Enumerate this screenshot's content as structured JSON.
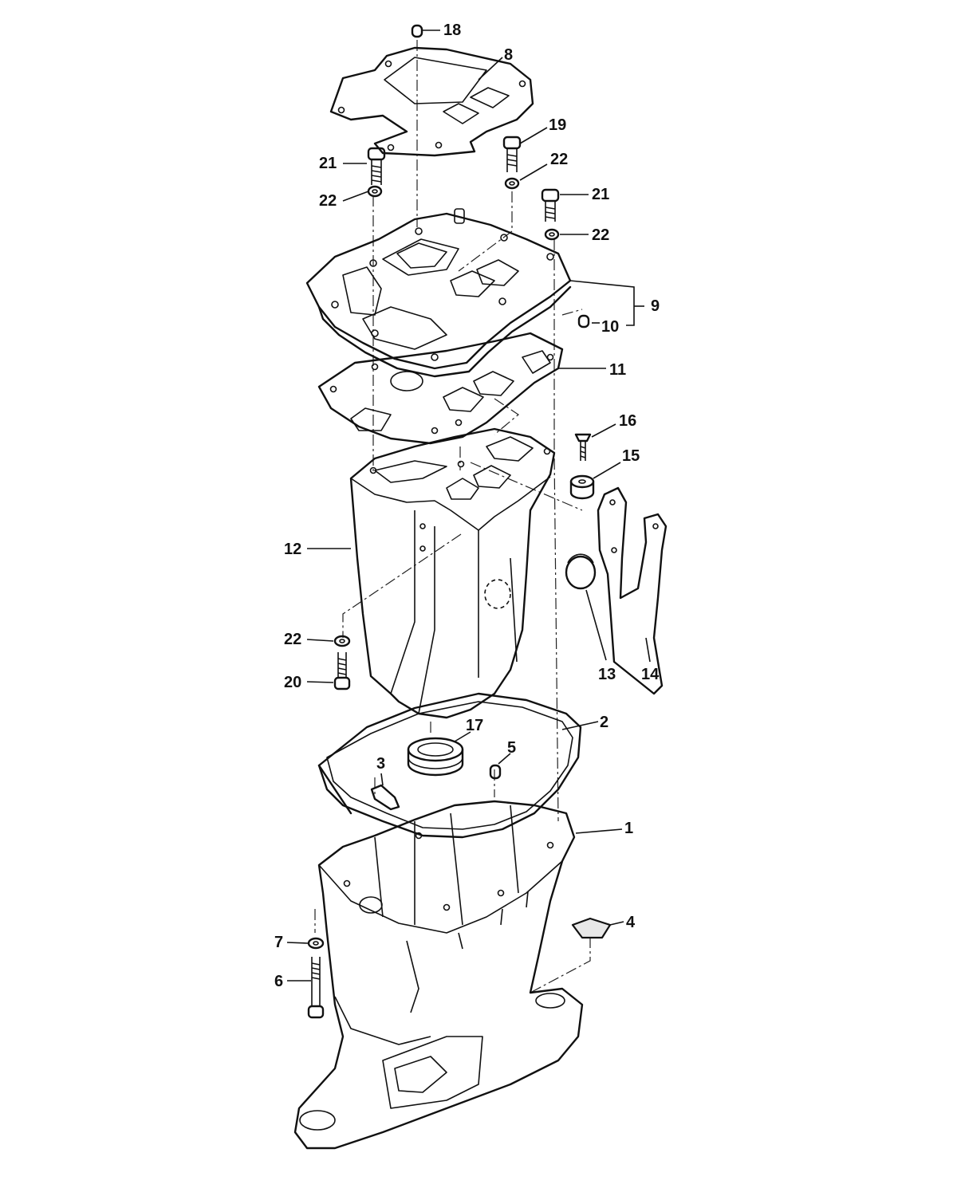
{
  "callouts": [
    {
      "id": "18",
      "label": "18"
    },
    {
      "id": "8",
      "label": "8"
    },
    {
      "id": "19",
      "label": "19"
    },
    {
      "id": "21a",
      "label": "21"
    },
    {
      "id": "22a",
      "label": "22"
    },
    {
      "id": "22b",
      "label": "22"
    },
    {
      "id": "21b",
      "label": "21"
    },
    {
      "id": "22c",
      "label": "22"
    },
    {
      "id": "9",
      "label": "9"
    },
    {
      "id": "10",
      "label": "10"
    },
    {
      "id": "11",
      "label": "11"
    },
    {
      "id": "16",
      "label": "16"
    },
    {
      "id": "15",
      "label": "15"
    },
    {
      "id": "12",
      "label": "12"
    },
    {
      "id": "22d",
      "label": "22"
    },
    {
      "id": "20",
      "label": "20"
    },
    {
      "id": "13",
      "label": "13"
    },
    {
      "id": "14",
      "label": "14"
    },
    {
      "id": "17",
      "label": "17"
    },
    {
      "id": "2",
      "label": "2"
    },
    {
      "id": "5",
      "label": "5"
    },
    {
      "id": "3",
      "label": "3"
    },
    {
      "id": "1",
      "label": "1"
    },
    {
      "id": "4",
      "label": "4"
    },
    {
      "id": "7",
      "label": "7"
    },
    {
      "id": "6",
      "label": "6"
    }
  ]
}
